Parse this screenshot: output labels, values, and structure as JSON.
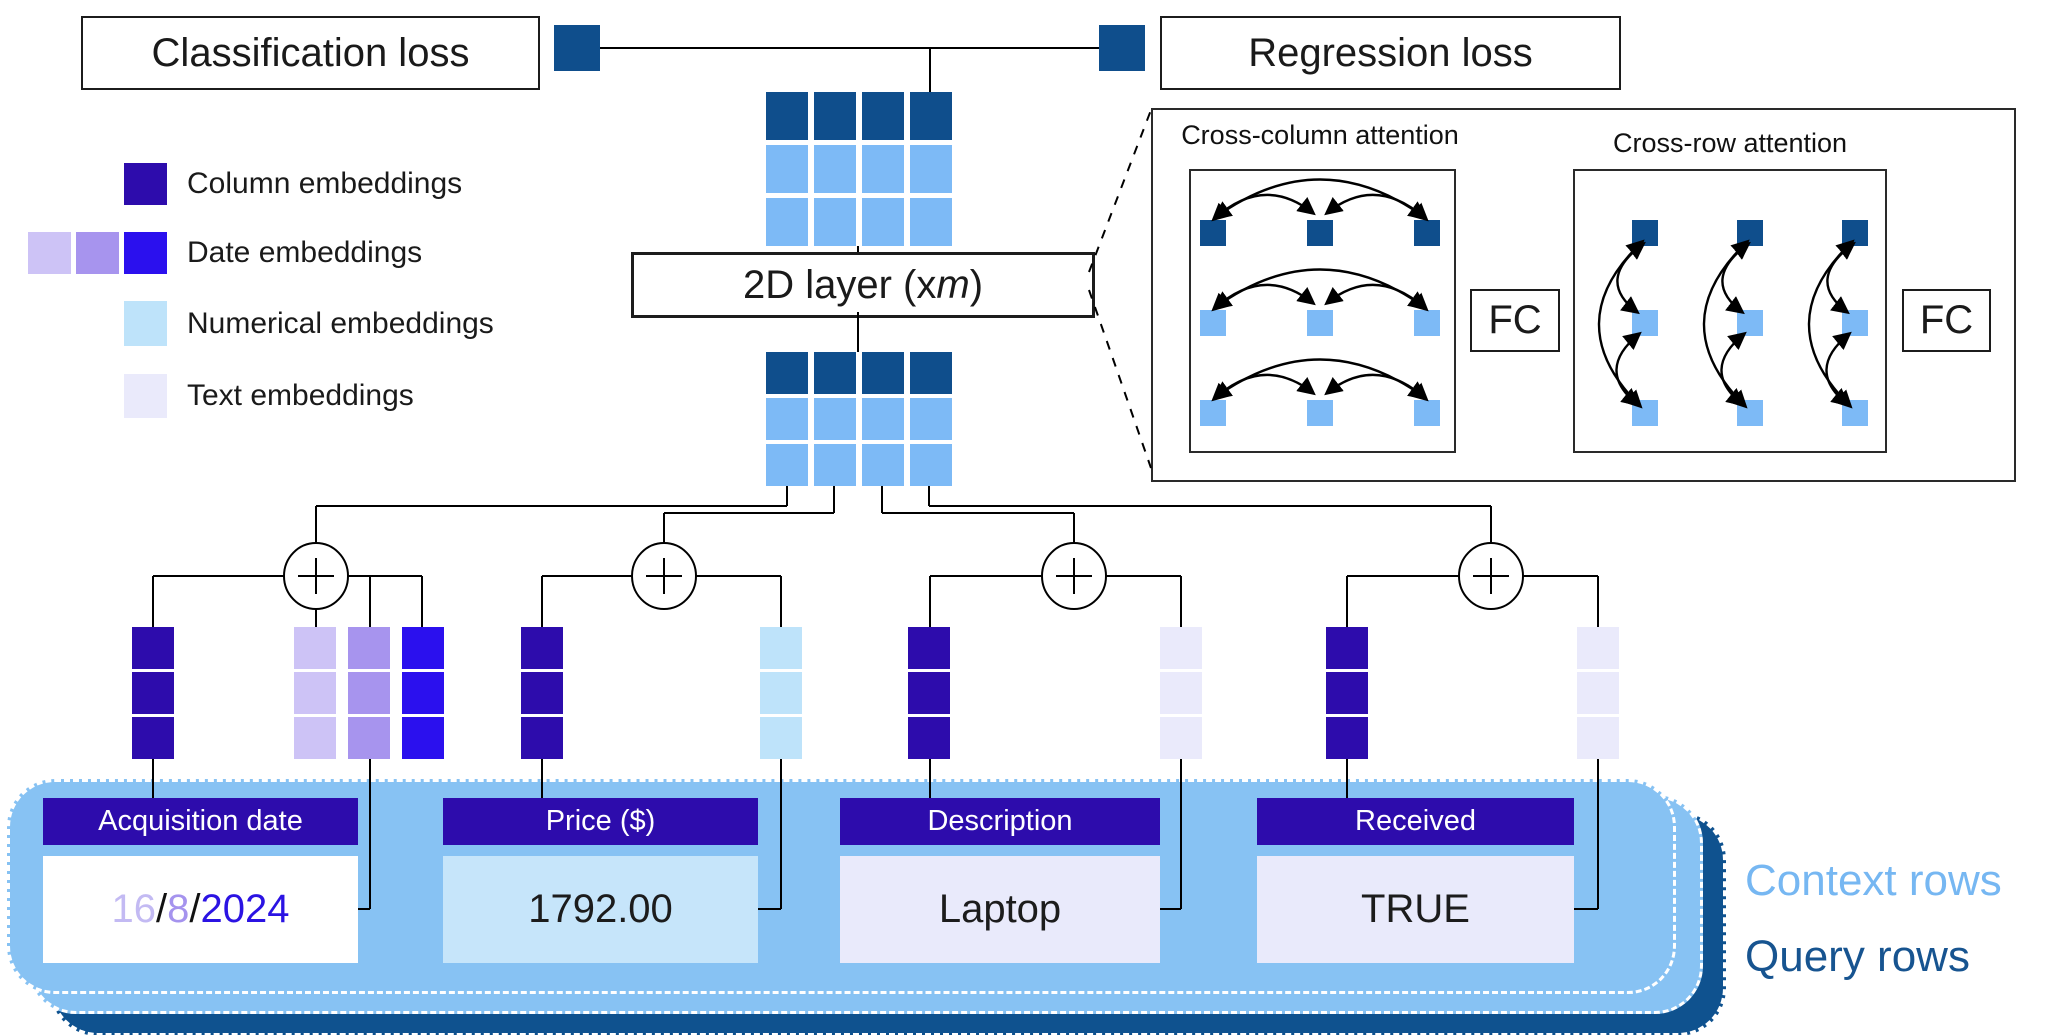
{
  "losses": {
    "classification": "Classification loss",
    "regression": "Regression loss"
  },
  "legend": {
    "items": [
      {
        "label": "Column embeddings",
        "swatch": "column-embedding-swatch"
      },
      {
        "label": "Date embeddings",
        "swatch": "date-embedding-swatches"
      },
      {
        "label": "Numerical embeddings",
        "swatch": "numerical-embedding-swatch"
      },
      {
        "label": "Text embeddings",
        "swatch": "text-embedding-swatch"
      }
    ]
  },
  "layer": {
    "prefix": "2D layer (x",
    "multiplier": "m",
    "suffix": ")"
  },
  "attention": {
    "cross_column_title": "Cross-column attention",
    "cross_row_title": "Cross-row attention",
    "fc_label": "FC"
  },
  "table": {
    "columns": [
      {
        "header": "Acquisition date",
        "day": "16",
        "sep1": "/",
        "month": "8",
        "sep2": "/",
        "year": "2024"
      },
      {
        "header": "Price ($)",
        "value": "1792.00"
      },
      {
        "header": "Description",
        "value": "Laptop"
      },
      {
        "header": "Received",
        "value": "TRUE"
      }
    ]
  },
  "annotations": {
    "context_rows": "Context rows",
    "query_rows": "Query rows"
  },
  "colors": {
    "steel_navy": "#0F4E8C",
    "light_blue_square": "#7DBAF6",
    "indigo_header": "#2D0CAC",
    "date_light": "#CDC3F6",
    "date_medium": "#A794EE",
    "date_vivid": "#2B10EE",
    "numerical": "#BEE3FA",
    "text_embedding": "#EAEAFB",
    "card_blue": "#87C2F3",
    "card_navy": "#0F528F",
    "context_text": "#76B7F2",
    "query_text": "#175490",
    "price_cell_bg": "#C6E5FA",
    "text_cell_bg": "#E9EAFB"
  }
}
